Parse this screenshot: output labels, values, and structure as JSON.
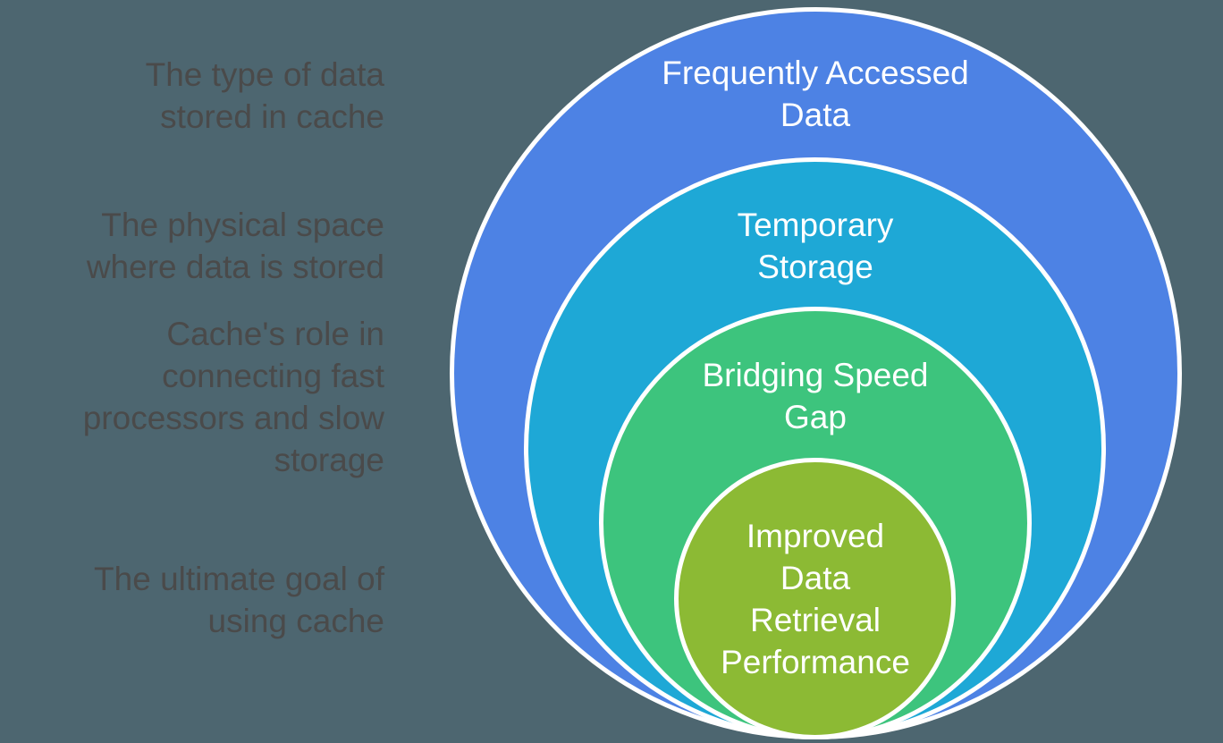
{
  "diagram": {
    "type": "nested-circles",
    "topic": "Cache concepts",
    "background_color": "#4d6670",
    "stroke_color": "#ffffff",
    "text_color_circles": "#ffffff",
    "text_color_side": "#4a4a4a",
    "circles": [
      {
        "label": "Frequently Accessed\nData",
        "color": "#4d82e4",
        "level": 1
      },
      {
        "label": "Temporary\nStorage",
        "color": "#1ea8d6",
        "level": 2
      },
      {
        "label": "Bridging Speed\nGap",
        "color": "#3dc47d",
        "level": 3
      },
      {
        "label": "Improved\nData\nRetrieval\nPerformance",
        "color": "#8cba34",
        "level": 4
      }
    ],
    "side_labels": [
      {
        "text": "The type of data\nstored in cache"
      },
      {
        "text": "The physical space\nwhere data is stored"
      },
      {
        "text": "Cache's role in\nconnecting fast\nprocessors and slow\nstorage"
      },
      {
        "text": "The ultimate goal of\nusing cache"
      }
    ]
  }
}
